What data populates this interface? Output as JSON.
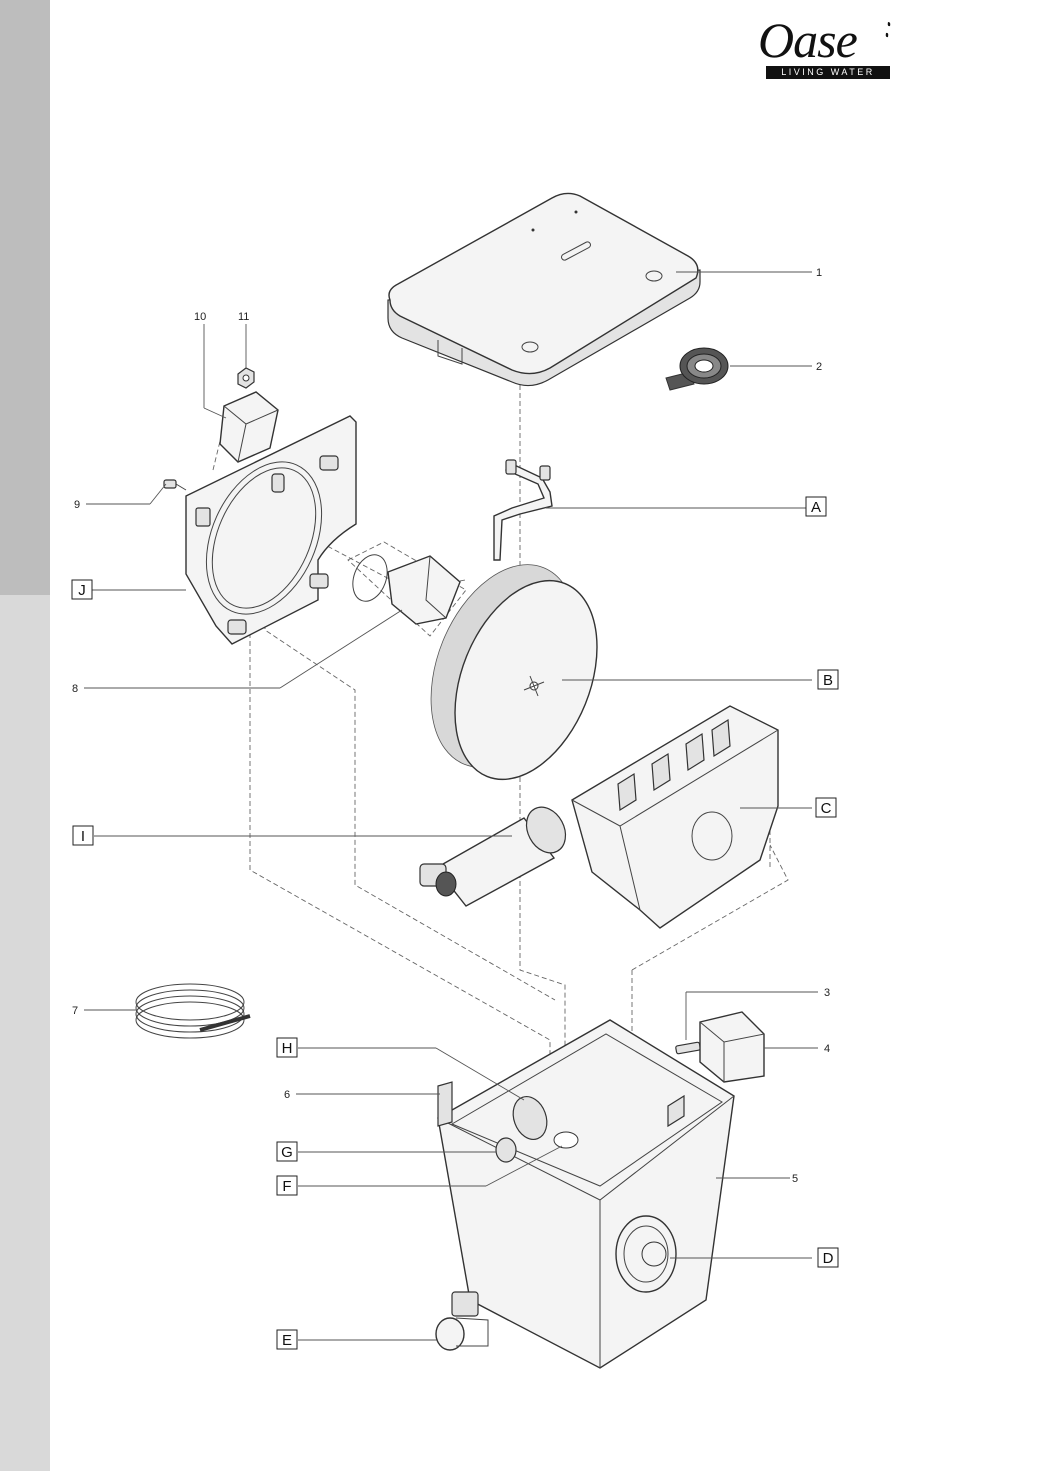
{
  "brand": {
    "name": "Oase",
    "tagline": "LIVING WATER"
  },
  "number_labels": [
    "1",
    "2",
    "3",
    "4",
    "5",
    "6",
    "7",
    "8",
    "9",
    "10",
    "11"
  ],
  "letter_labels": [
    "A",
    "B",
    "C",
    "D",
    "E",
    "F",
    "G",
    "H",
    "I",
    "J"
  ],
  "colors": {
    "sidebar_dark": "#bdbdbd",
    "sidebar_light": "#d9d9d9",
    "line": "#333333"
  }
}
